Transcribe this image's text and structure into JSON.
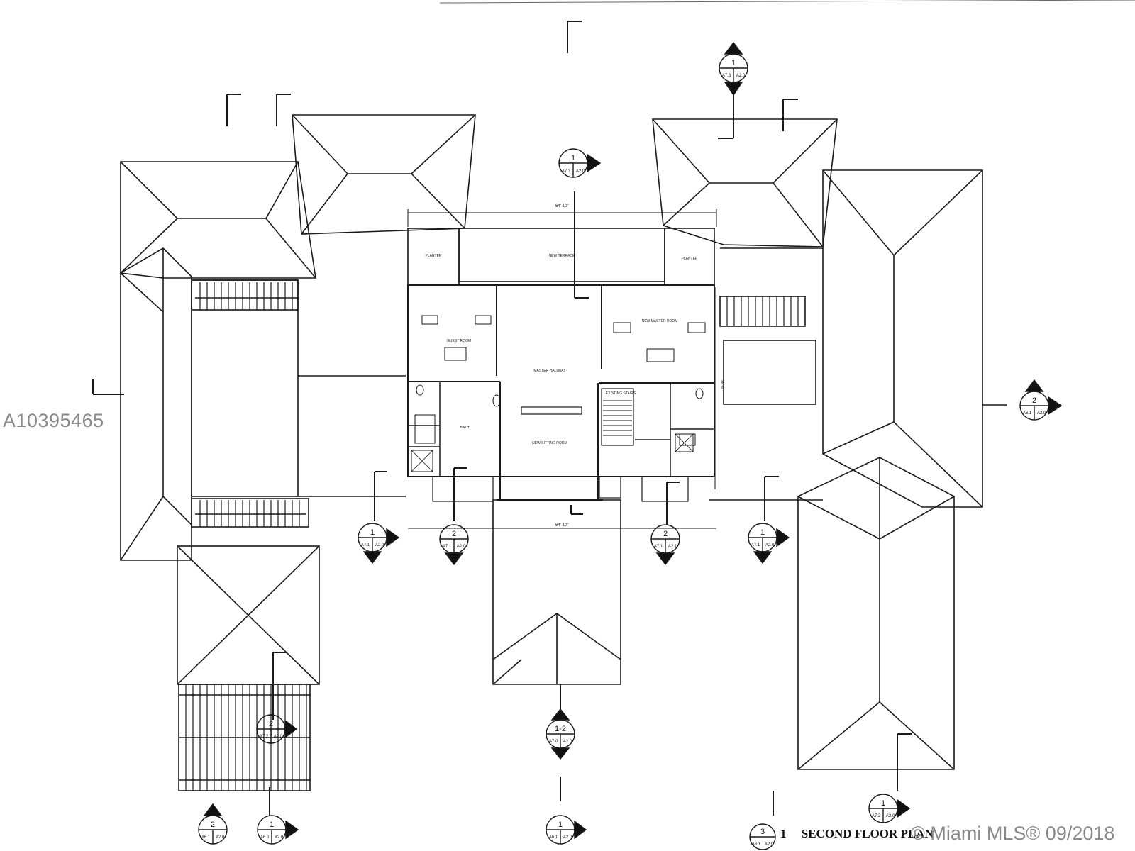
{
  "drawing": {
    "title_number": "1",
    "title": "SECOND FLOOR PLAN",
    "dimensions": {
      "top": "64'-10\"",
      "bottom": "64'-10\"",
      "right": "38'-6\""
    },
    "rooms": {
      "planter_left": "PLANTER",
      "planter_right": "PLANTER",
      "terrace": "NEW TERRACE",
      "guest_room": "GUEST ROOM",
      "master_room": "NEW MASTER ROOM",
      "hallway": "MASTER HALLWAY",
      "sitting_room": "NEW SITTING ROOM",
      "bath": "BATH",
      "stairs": "EXISTING STAIRS"
    },
    "section_markers": [
      {
        "id": "top-center",
        "number": "1",
        "refs": [
          "A7.3",
          "A2.0"
        ]
      },
      {
        "id": "top-right",
        "number": "1",
        "refs": [
          "A7.3",
          "A2.0"
        ]
      },
      {
        "id": "right",
        "number": "2",
        "refs": [
          "A6.1",
          "A2.0"
        ]
      },
      {
        "id": "mid-1",
        "number": "1",
        "refs": [
          "A7.1",
          "A2.0"
        ]
      },
      {
        "id": "mid-2",
        "number": "2",
        "refs": [
          "A7.1",
          "A2.0"
        ]
      },
      {
        "id": "mid-3",
        "number": "2",
        "refs": [
          "A7.1",
          "A2.1"
        ]
      },
      {
        "id": "mid-4",
        "number": "1",
        "refs": [
          "A7.1",
          "A2.0"
        ]
      },
      {
        "id": "bottom-center",
        "number": "1-2",
        "refs": [
          "A7.0",
          "A2.0"
        ]
      },
      {
        "id": "pergola",
        "number": "2",
        "refs": [
          "A7.2",
          "A2.0"
        ]
      },
      {
        "id": "bottom-left-1",
        "number": "2",
        "refs": [
          "A6.1",
          "A2.0"
        ]
      },
      {
        "id": "bottom-left-2",
        "number": "1",
        "refs": [
          "A6.0",
          "A2.0"
        ]
      },
      {
        "id": "bottom-mid",
        "number": "1",
        "refs": [
          "A6.1",
          "A2.0"
        ]
      },
      {
        "id": "bottom-right",
        "number": "1",
        "refs": [
          "A7.2",
          "A2.0"
        ]
      },
      {
        "id": "title-key",
        "number": "3",
        "refs": [
          "A6.1",
          "A2.0"
        ]
      }
    ]
  },
  "watermarks": {
    "listing_id": "A10395465",
    "mls": "© Miami MLS® 09/2018"
  }
}
